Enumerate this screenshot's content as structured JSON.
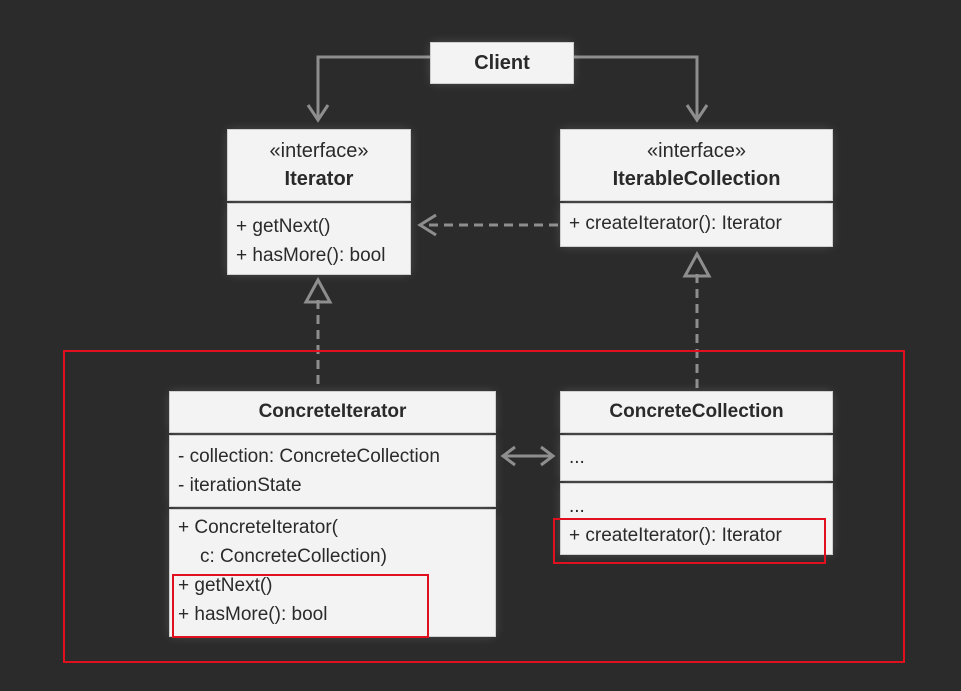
{
  "client": {
    "label": "Client"
  },
  "iterator": {
    "stereotype": "«interface»",
    "name": "Iterator",
    "methods": [
      "+ getNext()",
      "+ hasMore(): bool"
    ]
  },
  "iterable_collection": {
    "stereotype": "«interface»",
    "name": "IterableCollection",
    "methods": [
      "+ createIterator(): Iterator"
    ]
  },
  "concrete_iterator": {
    "name": "ConcreteIterator",
    "fields": [
      "- collection: ConcreteCollection",
      "- iterationState"
    ],
    "methods": [
      "+ ConcreteIterator(",
      "c: ConcreteCollection)",
      "+ getNext()",
      "+ hasMore(): bool"
    ]
  },
  "concrete_collection": {
    "name": "ConcreteCollection",
    "fields": [
      "..."
    ],
    "methods": [
      "...",
      "+ createIterator(): Iterator"
    ]
  },
  "colors": {
    "background": "#2b2b2c",
    "box": "#f3f3f3",
    "connector": "#8e8e8e",
    "highlight": "#e0101e"
  }
}
